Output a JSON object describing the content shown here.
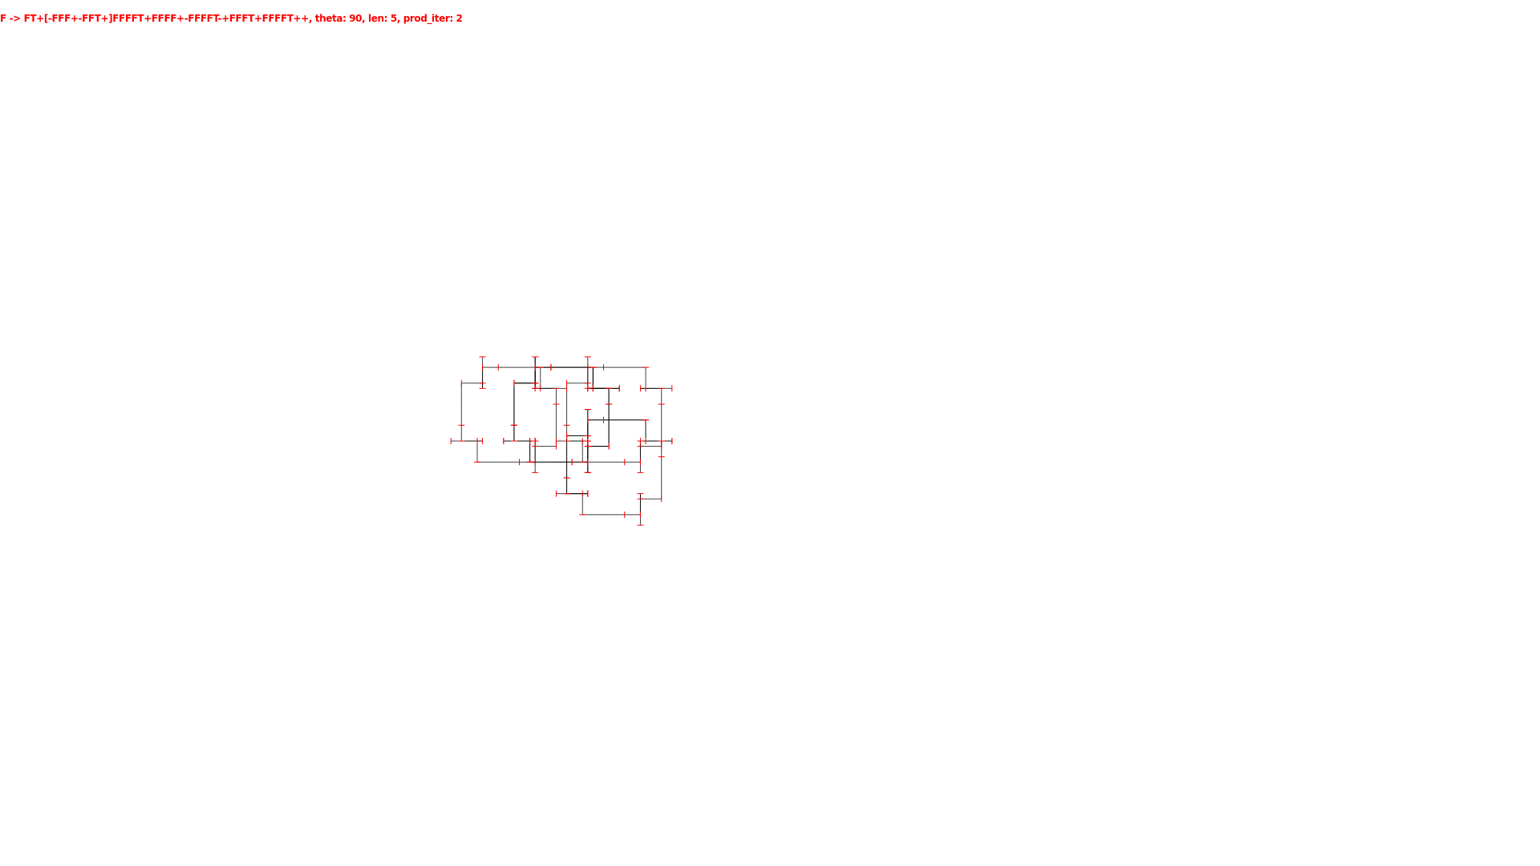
{
  "caption": "F -> FT+[-FFF+-FFT+]FFFFT+FFFF+-FFFFT-+FFFT+FFFFT++, theta: 90, len: 5, prod_iter: 2",
  "lsystem": {
    "axiom": "F",
    "rule": "FT+[-FFF+-FFT+]FFFFT+FFFF+-FFFFT-+FFFT+FFFFT++",
    "theta": 90,
    "len": 5,
    "prod_iter": 2
  },
  "colors": {
    "background": "#ffffff",
    "text": "#ff0000",
    "line": "#000000",
    "marker": "#ff0000"
  }
}
